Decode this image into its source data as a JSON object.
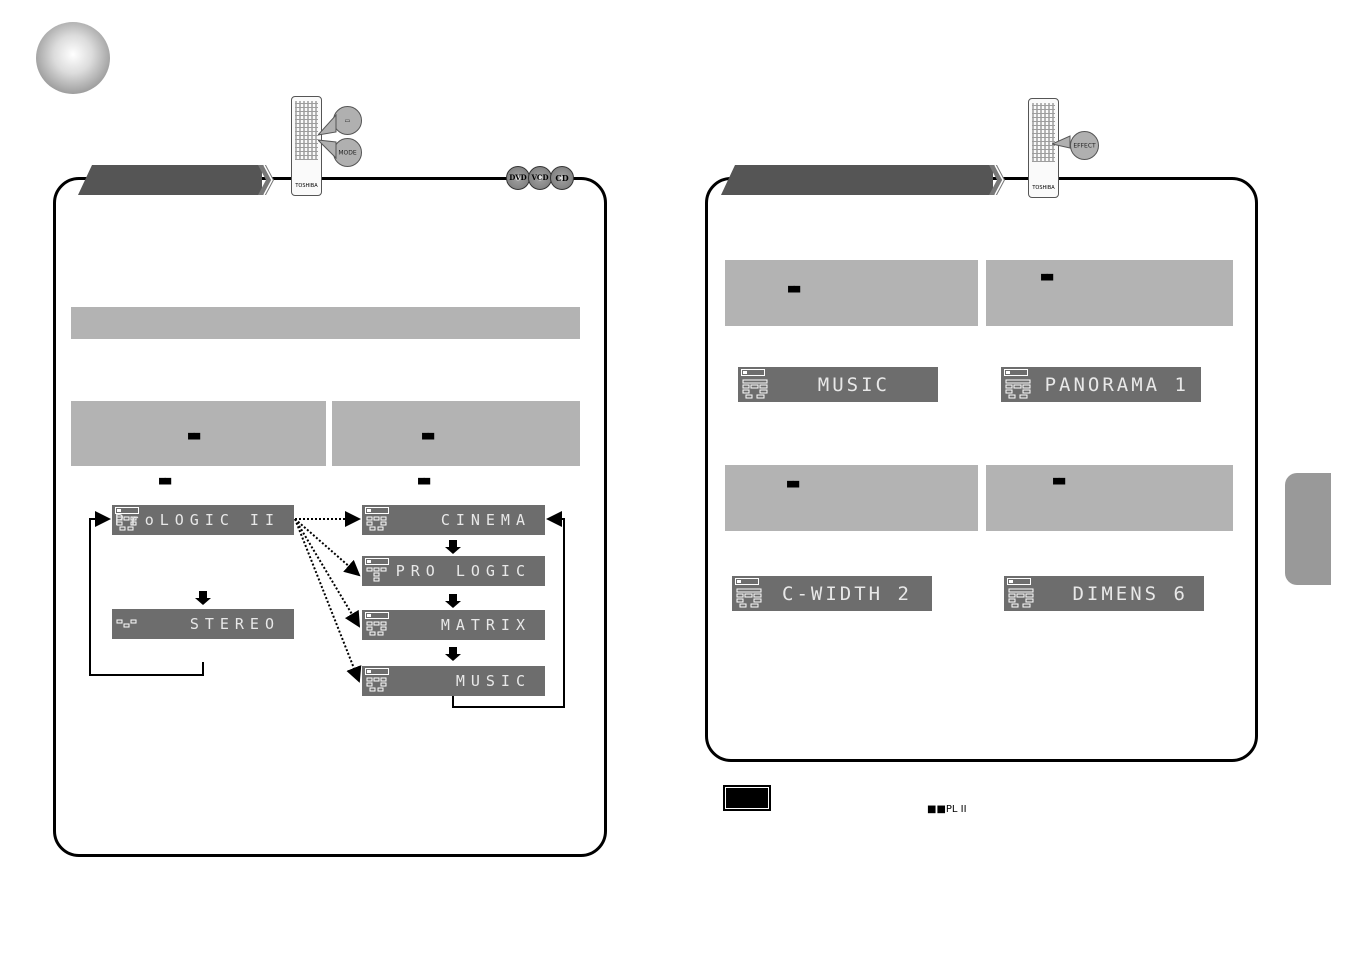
{
  "header": {
    "sphere_icon": "sphere-icon"
  },
  "left_panel": {
    "tab_label": "",
    "discs": [
      "DVD",
      "VCD",
      "CD"
    ],
    "dolby_labels": [
      "■■",
      "■■",
      "■■",
      "■■"
    ],
    "displays": {
      "prologic2": "ProLOGIC II",
      "stereo": "STEREO",
      "cinema": "CINEMA",
      "prologic": "PRO LOGIC",
      "matrix": "MATRIX",
      "music": "MUSIC"
    }
  },
  "right_panel": {
    "tab_label": "",
    "dolby_labels": [
      "■■",
      "■■",
      "■■",
      "■■"
    ],
    "displays": {
      "music": "MUSIC",
      "panorama": "PANORAMA 1",
      "cwidth": "C-WIDTH 2",
      "dimens": "DIMENS 6"
    }
  },
  "note": {
    "text": "■■PL II"
  }
}
